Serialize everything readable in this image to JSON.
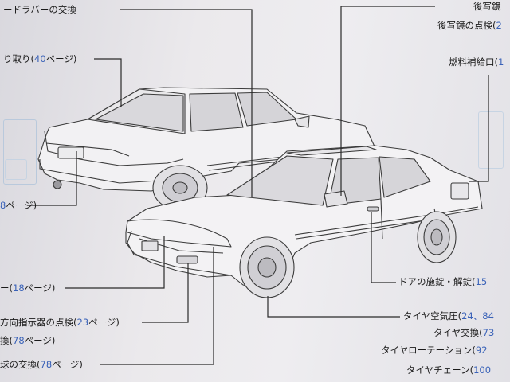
{
  "labels": {
    "wiper_blade": {
      "text": "ードラバーの交換"
    },
    "remove": {
      "text": "り取り(",
      "page": "40",
      "suffix": "ページ)"
    },
    "rear_left_ref": {
      "page": "8",
      "suffix": "ページ)"
    },
    "front_left_ref": {
      "text": "ー(",
      "page": "18",
      "suffix": "ページ)"
    },
    "turn_signal": {
      "text": "方向指示器の点検(",
      "page": "23",
      "suffix": "ページ)"
    },
    "replace_ref": {
      "text": "換(",
      "page": "78",
      "suffix": "ページ)"
    },
    "bulb": {
      "text": "球の交換(",
      "page": "78",
      "suffix": "ページ)"
    },
    "mirror": {
      "text": "後写鏡"
    },
    "mirror_check": {
      "text": "後写鏡の点検(",
      "page": "2"
    },
    "fuel_lid": {
      "text": "燃料補給口(",
      "page": "1"
    },
    "door_lock": {
      "text": "ドアの施錠・解錠(",
      "page": "15"
    },
    "tire_pressure": {
      "text": "タイヤ空気圧(",
      "page": "24、84"
    },
    "tire_replace": {
      "text": "タイヤ交換(",
      "page": "73"
    },
    "tire_rotation": {
      "text": "タイヤローテーション(",
      "page": "92"
    },
    "tire_chain": {
      "text": "タイヤチェーン(",
      "page": "100"
    }
  },
  "colors": {
    "page_ref": "#3a62b8",
    "text": "#1a1a1a",
    "line": "#2a2a2a"
  }
}
